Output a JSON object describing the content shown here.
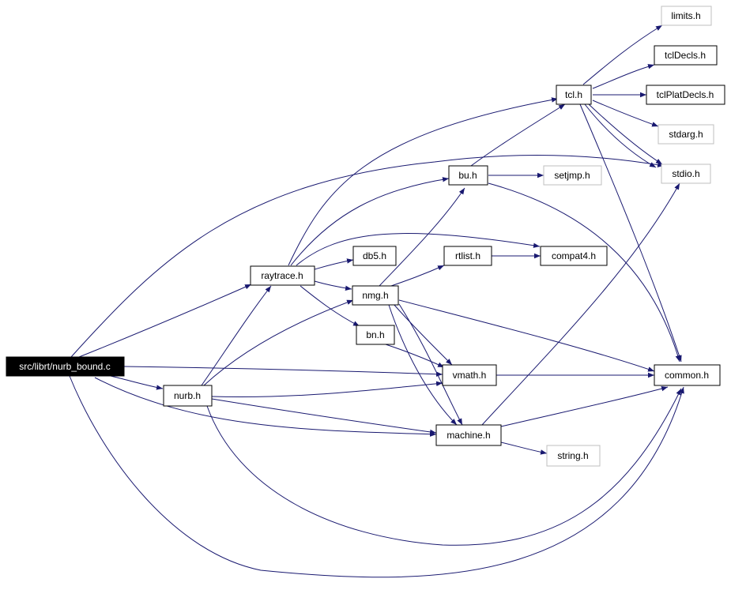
{
  "graph": {
    "nodes": [
      {
        "id": "root",
        "label": "src/librt/nurb_bound.c",
        "kind": "root"
      },
      {
        "id": "limits",
        "label": "limits.h",
        "kind": "external"
      },
      {
        "id": "tcldecls",
        "label": "tclDecls.h",
        "kind": "file"
      },
      {
        "id": "tcl",
        "label": "tcl.h",
        "kind": "file"
      },
      {
        "id": "tclplat",
        "label": "tclPlatDecls.h",
        "kind": "file"
      },
      {
        "id": "stdarg",
        "label": "stdarg.h",
        "kind": "external"
      },
      {
        "id": "bu",
        "label": "bu.h",
        "kind": "file"
      },
      {
        "id": "setjmp",
        "label": "setjmp.h",
        "kind": "external"
      },
      {
        "id": "stdio",
        "label": "stdio.h",
        "kind": "external"
      },
      {
        "id": "db5",
        "label": "db5.h",
        "kind": "file"
      },
      {
        "id": "rtlist",
        "label": "rtlist.h",
        "kind": "file"
      },
      {
        "id": "compat4",
        "label": "compat4.h",
        "kind": "file"
      },
      {
        "id": "raytrace",
        "label": "raytrace.h",
        "kind": "file"
      },
      {
        "id": "nmg",
        "label": "nmg.h",
        "kind": "file"
      },
      {
        "id": "bn",
        "label": "bn.h",
        "kind": "file"
      },
      {
        "id": "vmath",
        "label": "vmath.h",
        "kind": "file"
      },
      {
        "id": "common",
        "label": "common.h",
        "kind": "file"
      },
      {
        "id": "nurb",
        "label": "nurb.h",
        "kind": "file"
      },
      {
        "id": "machine",
        "label": "machine.h",
        "kind": "file"
      },
      {
        "id": "string",
        "label": "string.h",
        "kind": "external"
      }
    ],
    "edges": [
      [
        "root",
        "raytrace"
      ],
      [
        "root",
        "nurb"
      ],
      [
        "root",
        "vmath"
      ],
      [
        "root",
        "machine"
      ],
      [
        "root",
        "stdio"
      ],
      [
        "root",
        "common"
      ],
      [
        "raytrace",
        "tcl"
      ],
      [
        "raytrace",
        "bu"
      ],
      [
        "raytrace",
        "compat4"
      ],
      [
        "raytrace",
        "db5"
      ],
      [
        "raytrace",
        "nmg"
      ],
      [
        "raytrace",
        "bn"
      ],
      [
        "tcl",
        "limits"
      ],
      [
        "tcl",
        "tcldecls"
      ],
      [
        "tcl",
        "tclplat"
      ],
      [
        "tcl",
        "stdarg"
      ],
      [
        "tcl",
        "stdio"
      ],
      [
        "tcl",
        "common"
      ],
      [
        "bu",
        "tcl"
      ],
      [
        "bu",
        "setjmp"
      ],
      [
        "bu",
        "common"
      ],
      [
        "nmg",
        "bu"
      ],
      [
        "nmg",
        "rtlist"
      ],
      [
        "nmg",
        "vmath"
      ],
      [
        "nmg",
        "machine"
      ],
      [
        "nmg",
        "common"
      ],
      [
        "rtlist",
        "compat4"
      ],
      [
        "bn",
        "vmath"
      ],
      [
        "vmath",
        "common"
      ],
      [
        "nurb",
        "raytrace"
      ],
      [
        "nurb",
        "nmg"
      ],
      [
        "nurb",
        "vmath"
      ],
      [
        "nurb",
        "machine"
      ],
      [
        "nurb",
        "common"
      ],
      [
        "machine",
        "stdio"
      ],
      [
        "machine",
        "common"
      ],
      [
        "machine",
        "string"
      ]
    ],
    "colors": {
      "edge": "#191970",
      "external_border": "#bfbfbf",
      "border": "#000000",
      "root_fill": "#000000"
    }
  }
}
